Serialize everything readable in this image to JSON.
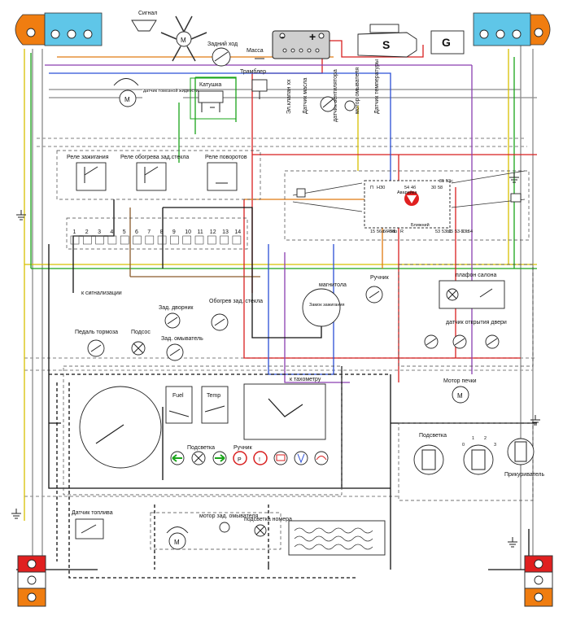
{
  "labels": {
    "signal": "Сигнал",
    "reverse": "Задний ход",
    "ground": "Масса",
    "distributor": "Трамблер",
    "coil": "Катушка",
    "brake_fluid_sensor": "датчик томозной жидкости",
    "el_valve": "Эл.клапан хх",
    "oil_sensor": "Датчик масла",
    "fan_sensor": "датчик вентилятора",
    "washer_motor": "мотор омывателя",
    "temp_sensor": "Датчик температуры",
    "starter": "S",
    "generator": "G",
    "ignition_relay": "Реле зажигания",
    "rear_heat_relay": "Реле обогрева зад.стекла",
    "turn_relay": "Реле поворотов",
    "to_alarm": "к сигнализации",
    "rear_wiper": "Зад. дворник",
    "rear_heat": "Обогрев зад. стекла",
    "rear_washer": "Зад. омыватель",
    "brake_pedal": "Педаль тормоза",
    "choke": "Подсос",
    "radio": "магнитола",
    "ignition_lock": "Замок зажигания",
    "handbrake": "Ручник",
    "cabin_lamp": "плафон салона",
    "door_sensor": "датчик открытия двери",
    "to_tacho": "к тахометру",
    "fuel": "Fuel",
    "temp": "Temp",
    "backlight": "Подсветка",
    "handbrake2": "Ручник",
    "heater_motor": "Мотор печки",
    "backlight2": "Подсветка",
    "lighter": "Прикуриватель",
    "fuel_sensor": "Датчик топлива",
    "rear_washer_motor": "мотор зад. омывателя",
    "plate_light": "подсветка номера",
    "hazard": "Аварийка",
    "low_beam": "Ближний",
    "plus": "+",
    "minus": "-",
    "m": "M"
  },
  "fuse_numbers": [
    "1",
    "2",
    "3",
    "4",
    "5",
    "6",
    "7",
    "8",
    "9",
    "10",
    "11",
    "12",
    "13",
    "14"
  ],
  "pin_labels": {
    "sw_left_top": [
      "П",
      "НЗ0"
    ],
    "sw_left_bot": [
      "15",
      "56а",
      "56",
      "56b"
    ],
    "sw_mid_top": [
      "54",
      "4б"
    ],
    "sw_mid_bot": [
      "49а",
      "L",
      "R"
    ],
    "sw_right_top": [
      "30",
      "58"
    ],
    "sw_right_top2": [
      "31",
      "53с"
    ],
    "sw_right_bot": [
      "53",
      "53b1",
      "15",
      "53-2",
      "53b",
      "54"
    ],
    "knob_positions": [
      "0",
      "1",
      "2",
      "3"
    ]
  },
  "colors": {
    "red": "#d81f1f",
    "black": "#111111",
    "green": "#1aa51a",
    "yellow": "#d8c000",
    "blue": "#2b4fd6",
    "purple": "#8a3fb0",
    "orange": "#e07a10",
    "brown": "#8a5a2b",
    "gray": "#8a8a8a",
    "headlight_blue": "#5fc6e8",
    "headlight_orange": "#f07d10",
    "tail_red": "#e02020",
    "tail_orange": "#f07d10"
  }
}
